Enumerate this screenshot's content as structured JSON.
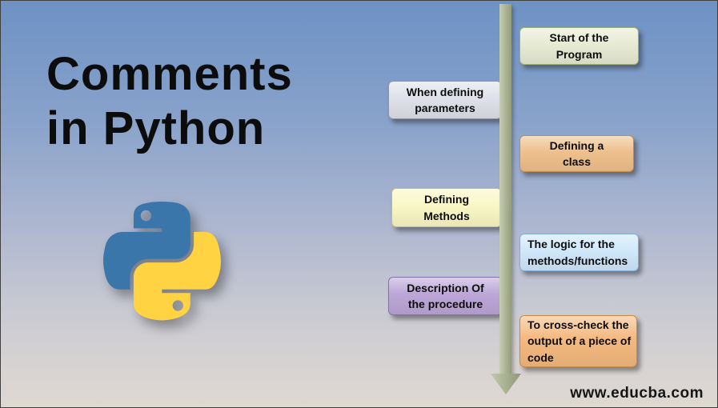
{
  "header": {
    "title_line1": "Comments",
    "title_line2": "in Python"
  },
  "footer": {
    "watermark": "www.educba.com"
  },
  "logo": {
    "name": "python-logo",
    "blue": "#3b76ab",
    "yellow": "#ffd342"
  },
  "timeline": {
    "arrow_color": "#a8b28b",
    "items": [
      {
        "label": "Start of the\nProgram",
        "side": "right",
        "bg": "#e7ebd3",
        "border": "#9faf77"
      },
      {
        "label": "When defining\nparameters",
        "side": "left",
        "bg": "#dfe1ea",
        "border": "#8f93a6"
      },
      {
        "label": "Defining a\nclass",
        "side": "right",
        "bg": "#efc08c",
        "border": "#c08b4f"
      },
      {
        "label": "Defining\nMethods",
        "side": "left",
        "bg": "#faf7c5",
        "border": "#c5bd72"
      },
      {
        "label": "The logic for the\nmethods/functions",
        "side": "right",
        "bg": "#cfe8fa",
        "border": "#7fb0d8"
      },
      {
        "label": "Description Of\nthe procedure",
        "side": "left",
        "bg": "#bca6d8",
        "border": "#8a6fae"
      },
      {
        "label": "To cross-check the\noutput of a piece of\ncode",
        "side": "right",
        "bg": "#f4b97f",
        "border": "#c88b47"
      }
    ]
  }
}
